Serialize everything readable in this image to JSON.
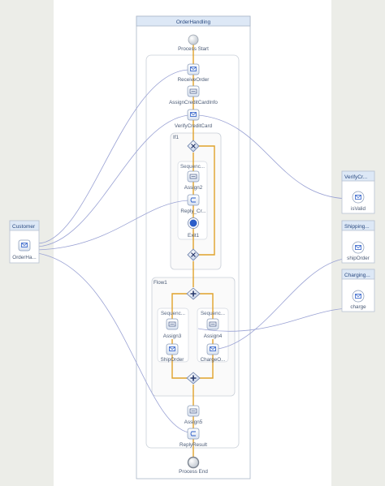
{
  "process": {
    "title": "OrderHandling",
    "start": "Process Start",
    "end": "Process End"
  },
  "activities": {
    "receive": "ReceiveOrder",
    "assign_credit": "AssignCreditCardInfo",
    "verify": "VerifyCreditCard",
    "if_label": "If1",
    "seq_if": "Sequenc...",
    "assign2": "Assign2",
    "reply_cr": "Reply_Cr...",
    "exit": "Exit1",
    "flow_label": "Flow1",
    "seq_left": "Sequenc...",
    "seq_right": "Sequenc...",
    "assign3": "Assign3",
    "assign4": "Assign4",
    "ship_order": "ShipOrder",
    "charge_order": "ChargeO...",
    "assign5": "Assign5",
    "reply_result": "ReplyResult"
  },
  "partners": {
    "customer": {
      "title": "Customer",
      "op": "OrderHa..."
    },
    "verify": {
      "title": "VerifyCr...",
      "op": "isValid"
    },
    "shipping": {
      "title": "Shipping...",
      "op": "shipOrder"
    },
    "charging": {
      "title": "Charging...",
      "op": "charge"
    }
  },
  "colors": {
    "side_panel": "#ecede8",
    "frame_header": "#dde8f6",
    "flow_line": "#e0a12a",
    "partner_link": "#9aa2d4",
    "icon_blue": "#2c5ec9"
  },
  "icons": {
    "start": "start-event-icon",
    "end": "end-event-icon",
    "receive": "receive-icon",
    "assign": "assign-icon",
    "invoke": "invoke-icon",
    "reply": "reply-icon",
    "exit": "exit-icon",
    "if_gateway": "if-gateway-icon",
    "flow_gateway": "flow-gateway-icon"
  }
}
